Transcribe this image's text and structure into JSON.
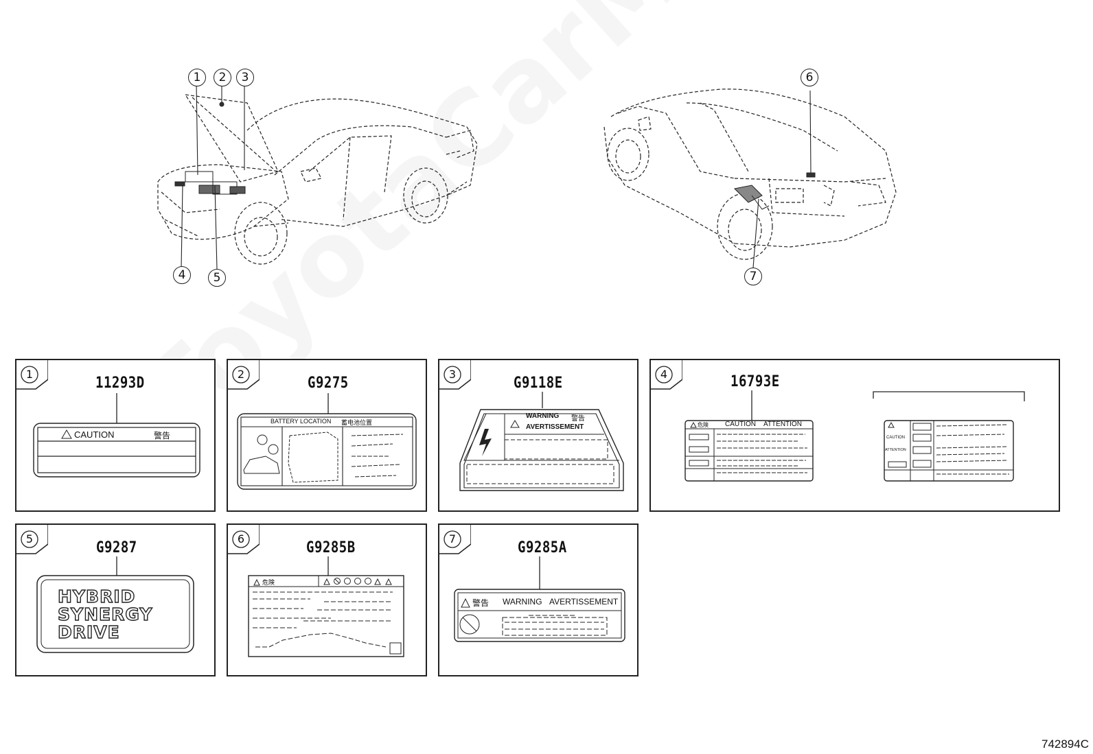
{
  "diagram": {
    "callouts": [
      "1",
      "2",
      "3",
      "4",
      "5",
      "6",
      "7"
    ],
    "labels": [
      {
        "num": "1",
        "part_no": "11293D",
        "caution": "CAUTION",
        "jp": "警告"
      },
      {
        "num": "2",
        "part_no": "G9275",
        "header": "BATTERY LOCATION",
        "jp": "蓄电池位置"
      },
      {
        "num": "3",
        "part_no": "G9118E",
        "warning": "WARNING",
        "jp": "警告",
        "avert": "AVERTISSEMENT"
      },
      {
        "num": "4",
        "part_no": "16793E",
        "jp": "危険",
        "caution": "CAUTION",
        "attention": "ATTENTION",
        "alt_caution": "CAUTION",
        "alt_attention": "ATTENTION"
      },
      {
        "num": "5",
        "part_no": "G9287",
        "emblem": [
          "HYBRID",
          "SYNERGY",
          "DRIVE"
        ]
      },
      {
        "num": "6",
        "part_no": "G9285B",
        "jp": "危険"
      },
      {
        "num": "7",
        "part_no": "G9285A",
        "jp": "警告",
        "warning": "WARNING",
        "avert": "AVERTISSEMENT"
      }
    ],
    "doc_id": "742894C",
    "watermark": "ToyotaCarMike.ru"
  }
}
